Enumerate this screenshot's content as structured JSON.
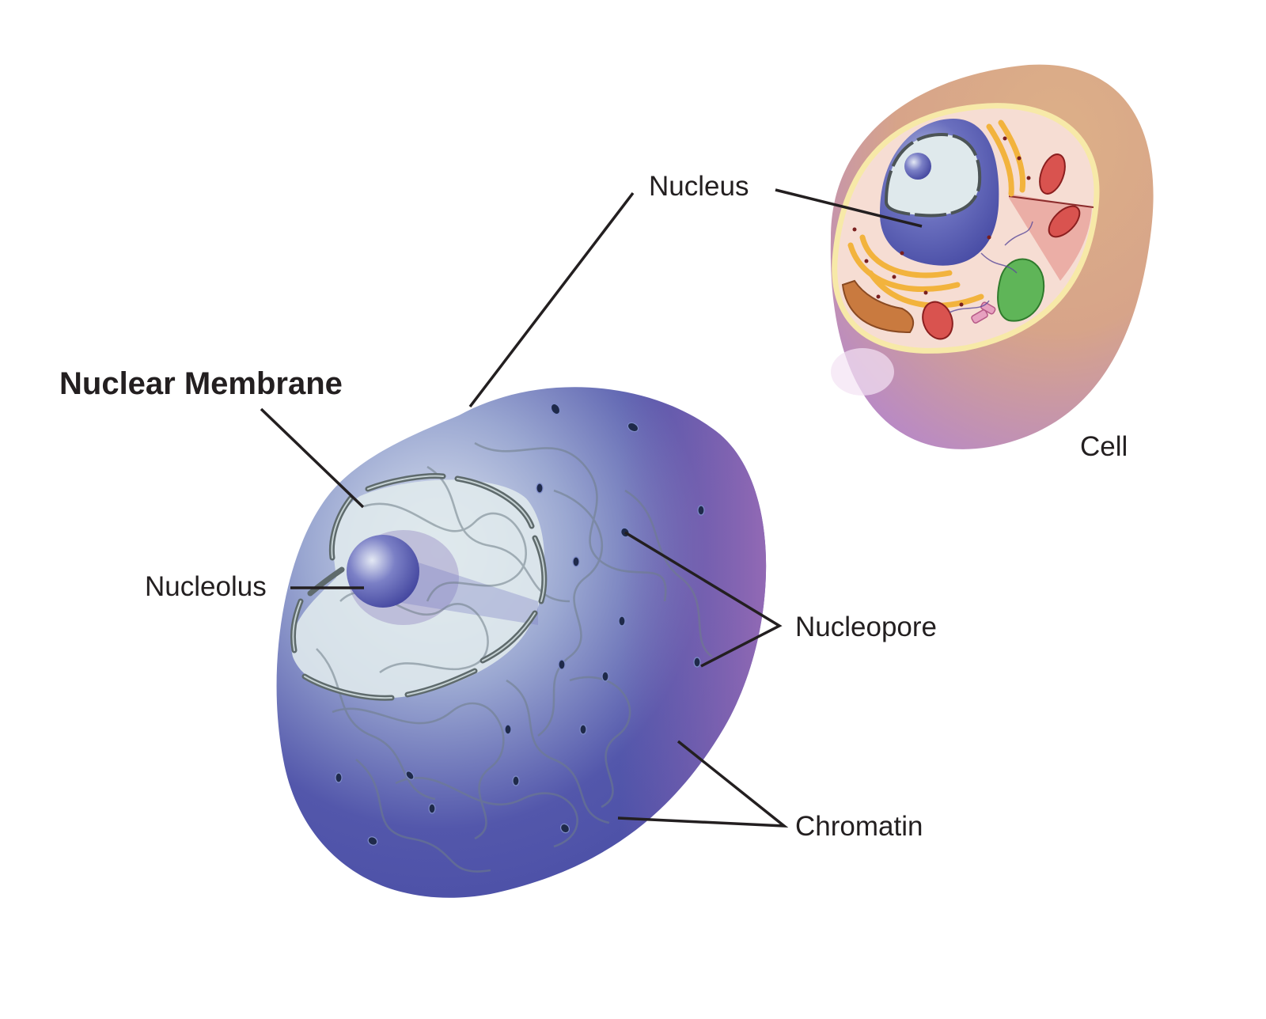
{
  "labels": {
    "nuclear_membrane": "Nuclear Membrane",
    "nucleus": "Nucleus",
    "nucleolus": "Nucleolus",
    "nucleopore": "Nucleopore",
    "chromatin": "Chromatin",
    "cell": "Cell"
  },
  "colors": {
    "nucleus_dark": "#4a4fa8",
    "nucleus_light": "#c8d4e6",
    "nucleus_violet": "#8a63b0",
    "membrane_stroke": "#5e6a6c",
    "cutaway_fill": "#dfe9ec",
    "chromatin": "#6f7e88",
    "pore": "#1f2a4a",
    "cell_outer": "#d8a27e",
    "cell_lower": "#b87cc4",
    "cytoplasm": "#f6ddd3",
    "golgi": "#f2b33d",
    "rough_er": "#c97a3f",
    "mitochondria": "#d9534f",
    "chloroplast_like": "#5fb558",
    "leader_line": "#231f20"
  }
}
